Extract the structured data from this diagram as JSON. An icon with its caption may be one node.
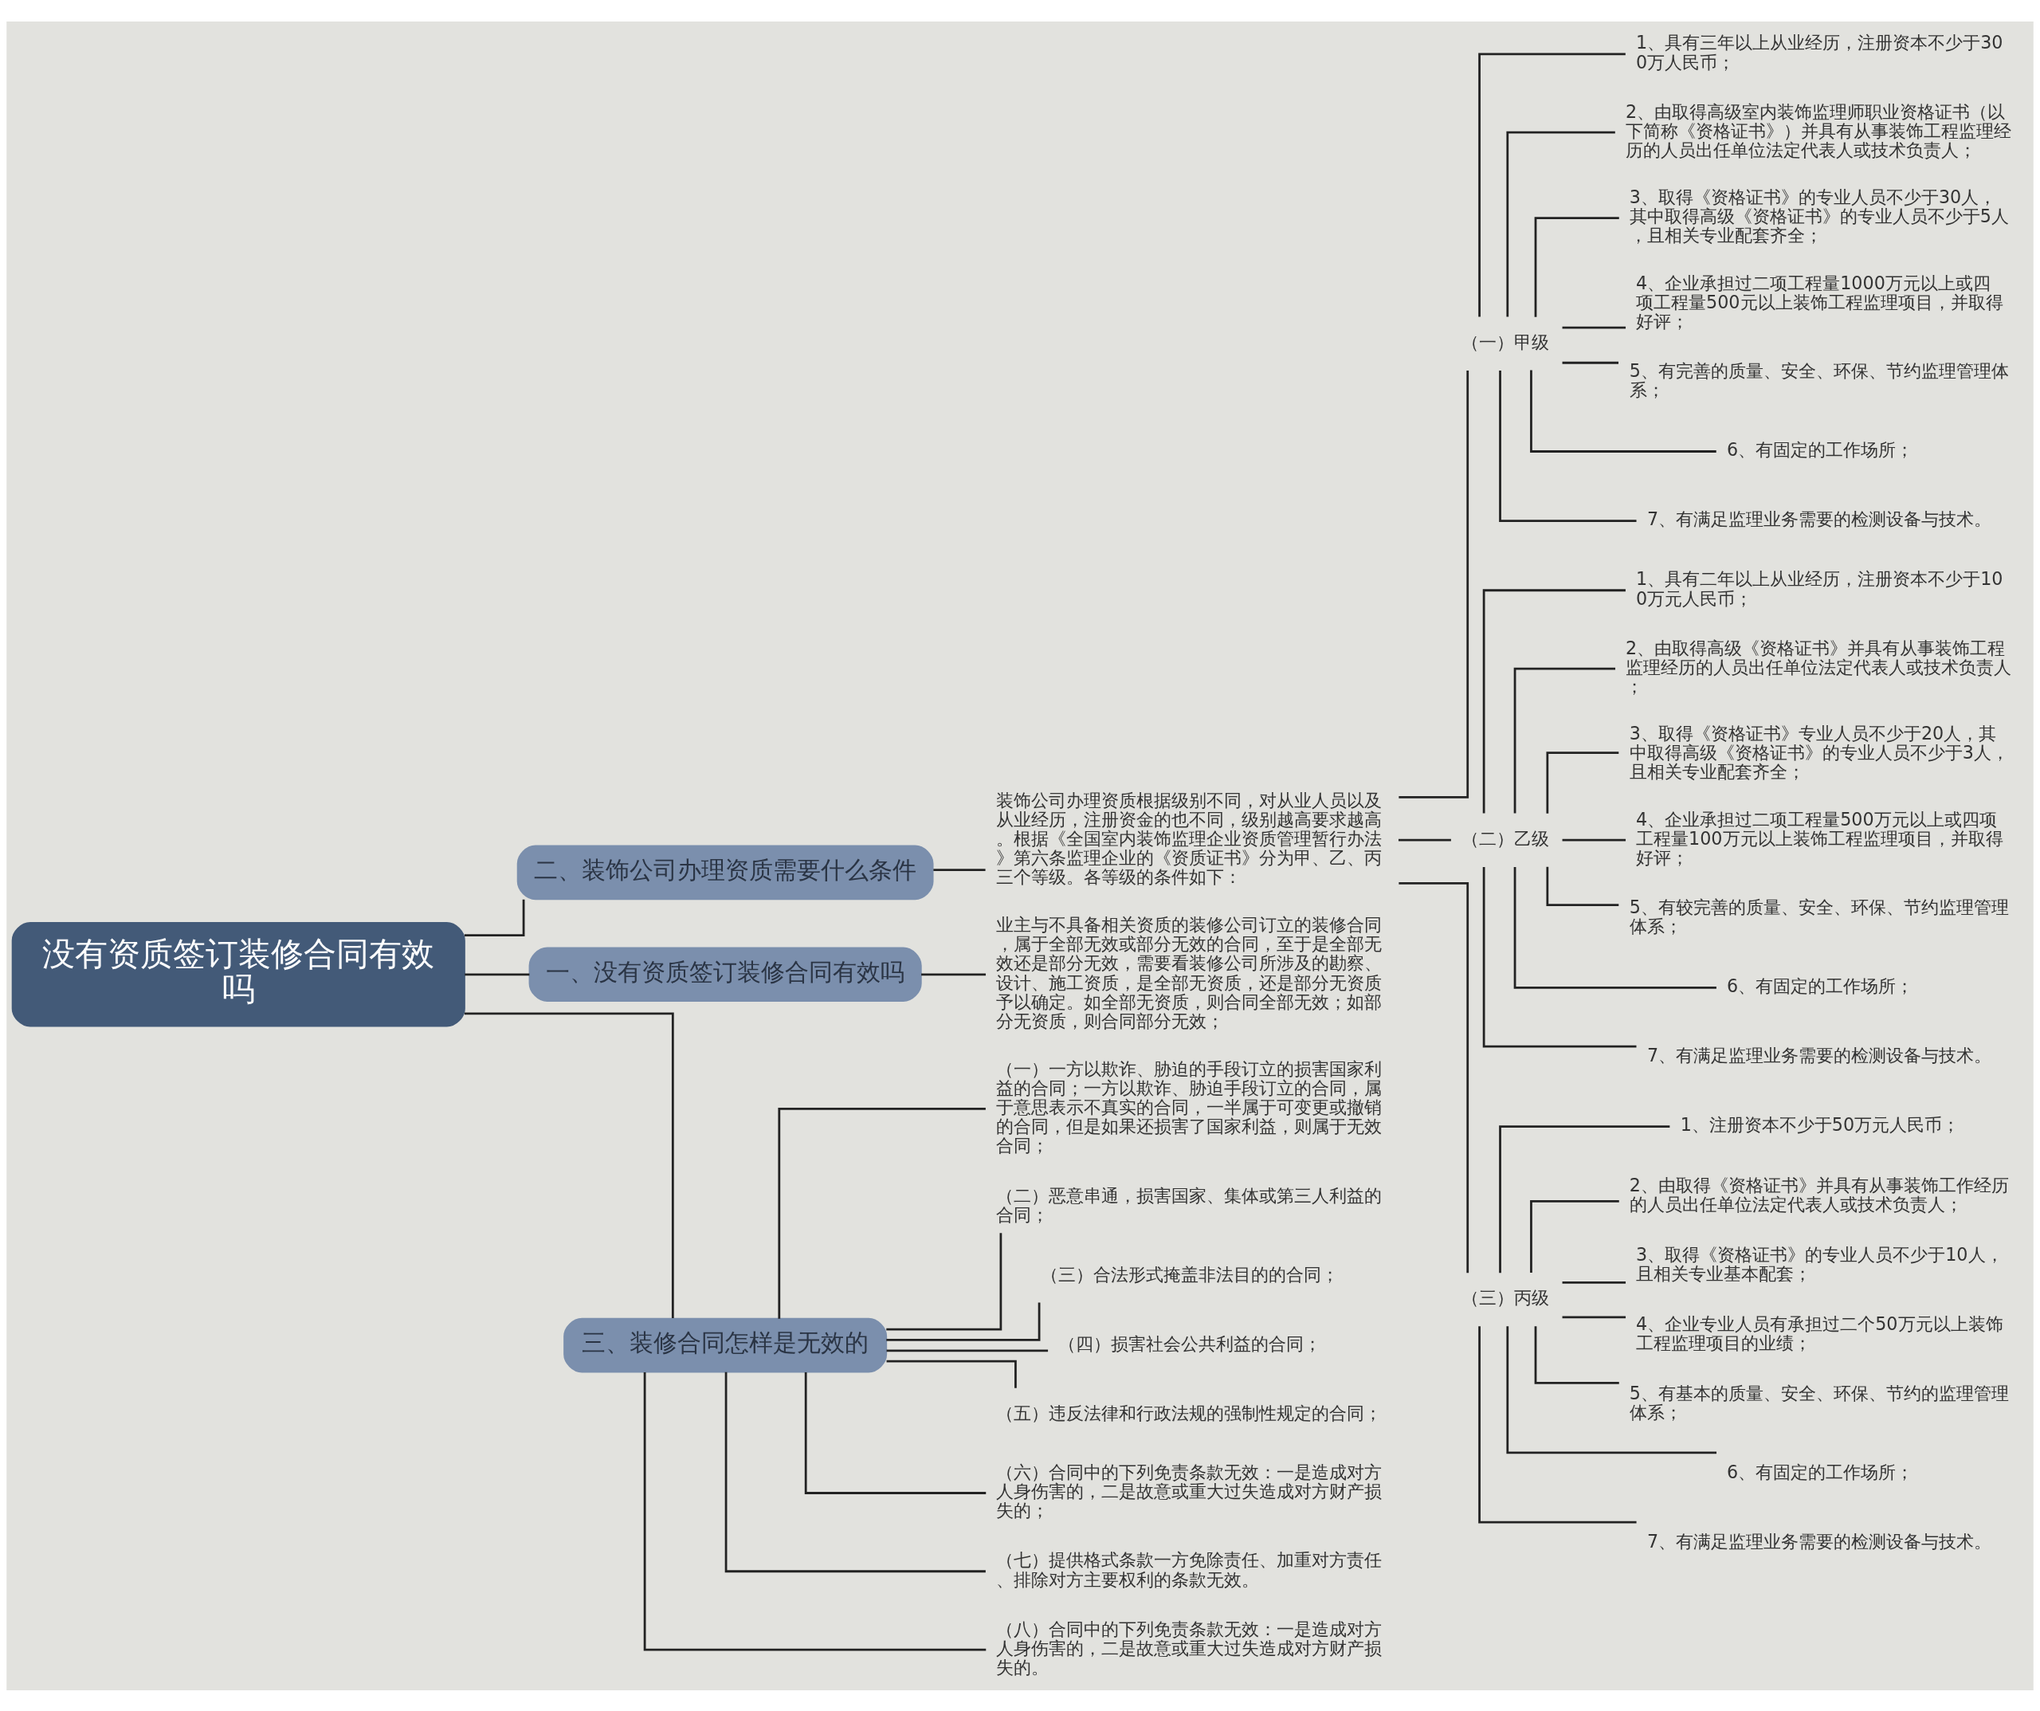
{
  "diagram": {
    "nodes": [
      {
        "text": [
          "没有资质签订装修合同有效吗"
        ]
      },
      {
        "text": [
          "二、装饰公司办理资质需要什么条件"
        ]
      },
      {
        "text": [
          "装饰公司办理资质根据级别不同，对从业人员以及从业经历，注册资金的也不同，级别越高要求越高。根据《全国室内装饰监理企业资质管理暂行办法》第六条监理企业的《资质证书》分为甲、乙、丙三个等级。各等级的条件如下："
        ]
      },
      {
        "text": [
          "（一）甲级"
        ]
      },
      {
        "text": [
          "1、具有三年以上从业经历，注册资本不少于300万人民币；"
        ]
      },
      {
        "text": [
          "2、由取得高级室内装饰监理师职业资格证书（以下简称《资格证书》）并具有从事装饰工程监理经历的人员出任单位法定代表人或技术负责人；"
        ]
      },
      {
        "text": [
          "3、取得《资格证书》的专业人员不少于30人，其中取得高级《资格证书》的专业人员不少于5人，且相关专业配套齐全；"
        ]
      },
      {
        "text": [
          "4、企业承担过二项工程量1000万元以上或四项工程量500元以上装饰工程监理项目，并取得好评；"
        ]
      },
      {
        "text": [
          "5、有完善的质量、安全、环保、节约监理管理体系；"
        ]
      },
      {
        "text": [
          "6、有固定的工作场所；"
        ]
      },
      {
        "text": [
          "7、有满足监理业务需要的检测设备与技术。"
        ]
      },
      {
        "text": [
          "（二）乙级"
        ]
      },
      {
        "text": [
          "1、具有二年以上从业经历，注册资本不少于100万元人民币；"
        ]
      },
      {
        "text": [
          "2、由取得高级《资格证书》并具有从事装饰工程监理经历的人员出任单位法定代表人或技术负责人；"
        ]
      },
      {
        "text": [
          "3、取得《资格证书》专业人员不少于20人，其中取得高级《资格证书》的专业人员不少于3人，且相关专业配套齐全；"
        ]
      },
      {
        "text": [
          "4、企业承担过二项工程量500万元以上或四项工程量100万元以上装饰工程监理项目，并取得好评；"
        ]
      },
      {
        "text": [
          "5、有较完善的质量、安全、环保、节约监理管理体系；"
        ]
      },
      {
        "text": [
          "6、有固定的工作场所；"
        ]
      },
      {
        "text": [
          "7、有满足监理业务需要的检测设备与技术。"
        ]
      },
      {
        "text": [
          "（三）丙级"
        ]
      },
      {
        "text": [
          "1、注册资本不少于50万元人民币；"
        ]
      },
      {
        "text": [
          "2、由取得《资格证书》并具有从事装饰工作经历的人员出任单位法定代表人或技术负责人；"
        ]
      },
      {
        "text": [
          "3、取得《资格证书》的专业人员不少于10人，且相关专业基本配套；"
        ]
      },
      {
        "text": [
          "4、企业专业人员有承担过二个50万元以上装饰工程监理项目的业绩；"
        ]
      },
      {
        "text": [
          "5、有基本的质量、安全、环保、节约的监理管理体系；"
        ]
      },
      {
        "text": [
          "6、有固定的工作场所；"
        ]
      },
      {
        "text": [
          "7、有满足监理业务需要的检测设备与技术。"
        ]
      },
      {
        "text": [
          "一、没有资质签订装修合同有效吗"
        ]
      },
      {
        "text": [
          "业主与不具备相关资质的装修公司订立的装修合同，属于全部无效或部分无效的合同，至于是全部无效还是部分无效，需要看装修公司所涉及的勘察、设计、施工资质，是全部无资质，还是部分无资质予以确定。如全部无资质，则合同全部无效；如部分无资质，则合同部分无效；"
        ]
      },
      {
        "text": [
          "三、装修合同怎样是无效的"
        ]
      },
      {
        "text": [
          "（一）一方以欺诈、胁迫的手段订立的损害国家利益的合同；一方以欺诈、胁迫手段订立的合同，属于意思表示不真实的合同，一半属于可变更或撤销的合同，但是如果还损害了国家利益，则属于无效合同；"
        ]
      },
      {
        "text": [
          "（二）恶意串通，损害国家、集体或第三人利益的合同；"
        ]
      },
      {
        "text": [
          "（三）合法形式掩盖非法目的的合同；"
        ]
      },
      {
        "text": [
          "（四）损害社会公共利益的合同；"
        ]
      },
      {
        "text": [
          "（五）违反法律和行政法规的强制性规定的合同；"
        ]
      },
      {
        "text": [
          "（六）合同中的下列免责条款无效：一是造成对方人身伤害的，二是故意或重大过失造成对方财产损失的；"
        ]
      },
      {
        "text": [
          "（七）提供格式条款一方免除责任、加重对方责任、排除对方主要权利的条款无效。"
        ]
      },
      {
        "text": [
          "（八）合同中的下列免责条款无效：一是造成对方人身伤害的，二是故意或重大过失造成对方财产损失的。"
        ]
      }
    ],
    "edges": [
      {
        "from": 0,
        "to": 1,
        "arrow": "none"
      },
      {
        "from": 1,
        "to": 2,
        "arrow": "none"
      },
      {
        "from": 2,
        "to": 3,
        "arrow": "none"
      },
      {
        "from": 2,
        "to": 11,
        "arrow": "none"
      },
      {
        "from": 2,
        "to": 19,
        "arrow": "none"
      },
      {
        "from": 3,
        "to": 4,
        "arrow": "none"
      },
      {
        "from": 3,
        "to": 5,
        "arrow": "none"
      },
      {
        "from": 3,
        "to": 6,
        "arrow": "none"
      },
      {
        "from": 3,
        "to": 7,
        "arrow": "none"
      },
      {
        "from": 3,
        "to": 8,
        "arrow": "none"
      },
      {
        "from": 3,
        "to": 9,
        "arrow": "none"
      },
      {
        "from": 3,
        "to": 10,
        "arrow": "none"
      },
      {
        "from": 11,
        "to": 12,
        "arrow": "none"
      },
      {
        "from": 11,
        "to": 13,
        "arrow": "none"
      },
      {
        "from": 11,
        "to": 14,
        "arrow": "none"
      },
      {
        "from": 11,
        "to": 15,
        "arrow": "none"
      },
      {
        "from": 11,
        "to": 16,
        "arrow": "none"
      },
      {
        "from": 11,
        "to": 17,
        "arrow": "none"
      },
      {
        "from": 11,
        "to": 18,
        "arrow": "none"
      },
      {
        "from": 19,
        "to": 20,
        "arrow": "none"
      },
      {
        "from": 19,
        "to": 21,
        "arrow": "none"
      },
      {
        "from": 19,
        "to": 22,
        "arrow": "none"
      },
      {
        "from": 19,
        "to": 23,
        "arrow": "none"
      },
      {
        "from": 19,
        "to": 24,
        "arrow": "none"
      },
      {
        "from": 19,
        "to": 25,
        "arrow": "none"
      },
      {
        "from": 19,
        "to": 26,
        "arrow": "none"
      },
      {
        "from": 0,
        "to": 27,
        "arrow": "none"
      },
      {
        "from": 27,
        "to": 28,
        "arrow": "none"
      },
      {
        "from": 0,
        "to": 29,
        "arrow": "none"
      },
      {
        "from": 29,
        "to": 30,
        "arrow": "none"
      },
      {
        "from": 29,
        "to": 31,
        "arrow": "none"
      },
      {
        "from": 29,
        "to": 32,
        "arrow": "none"
      },
      {
        "from": 29,
        "to": 33,
        "arrow": "none"
      },
      {
        "from": 29,
        "to": 34,
        "arrow": "none"
      },
      {
        "from": 29,
        "to": 35,
        "arrow": "none"
      },
      {
        "from": 29,
        "to": 36,
        "arrow": "none"
      },
      {
        "from": 29,
        "to": 37,
        "arrow": "none"
      }
    ]
  }
}
